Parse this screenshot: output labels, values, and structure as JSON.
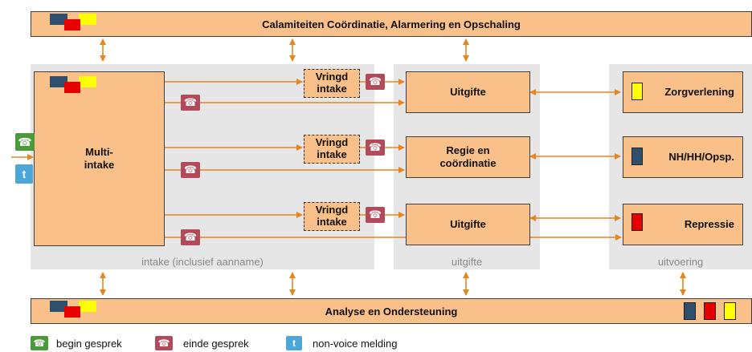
{
  "top_bar": {
    "title": "Calamiteiten  Coördinatie, Alarmering en Opschaling"
  },
  "bottom_bar": {
    "title": "Analyse en Ondersteuning"
  },
  "zones": {
    "intake": "intake (inclusief aanname)",
    "uitgifte": "uitgifte",
    "uitvoering": "uitvoering"
  },
  "multi_intake": {
    "line1": "Multi-",
    "line2": "intake"
  },
  "vroeg_intake": {
    "line1": "Vringd",
    "line2": "intake"
  },
  "uitgifte_boxes": {
    "top": "Uitgifte",
    "middle_line1": "Regie en",
    "middle_line2": "coördinatie",
    "bottom": "Uitgifte"
  },
  "uitvoering_boxes": {
    "zorg": "Zorgverlening",
    "nh": "NH/HH/Opsp.",
    "repressie": "Repressie"
  },
  "legend": {
    "begin": "begin gesprek",
    "einde": "einde gesprek",
    "nonvoice": "non-voice melding"
  },
  "colors": {
    "box_fill": "#f9c089",
    "arrow": "#e8851f",
    "zone_bg": "#e6e6e6",
    "navy": "#2f4f6f",
    "red": "#e60000",
    "yellow": "#ffff00",
    "phone_green": "#4a9a3a",
    "phone_red": "#b24a5a",
    "twitter_blue": "#4aa7d8"
  },
  "icons": [
    "phone-green-icon",
    "phone-end-icon",
    "twitter-icon"
  ]
}
